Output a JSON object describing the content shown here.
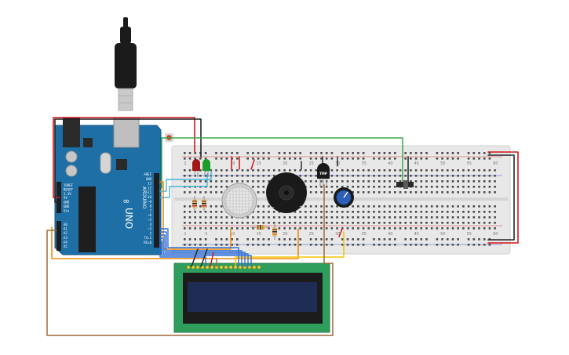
{
  "arduino": {
    "brand": "ARDUINO",
    "model": "UNO",
    "logo_symbol": "∞",
    "pin_labels_digital": [
      "AREF",
      "GND",
      "13",
      "12",
      "~11",
      "~10",
      "~9",
      "8",
      "7",
      "~6",
      "~5",
      "4",
      "~3",
      "2",
      "TX▸1",
      "RX◂0"
    ],
    "pin_labels_power": [
      "IOREF",
      "RESET",
      "3.3V",
      "5V",
      "GND",
      "GND",
      "Vin"
    ],
    "pin_labels_analog": [
      "A0",
      "A1",
      "A2",
      "A3",
      "A4",
      "A5"
    ]
  },
  "breadboard": {
    "column_numbers": [
      "1",
      "5",
      "10",
      "15",
      "20",
      "25",
      "30",
      "35",
      "40",
      "45",
      "50",
      "55",
      "60"
    ]
  },
  "components": {
    "temp_sensor_label": "TMP",
    "buzzer_plus": "+",
    "buzzer_minus": "−"
  },
  "colors": {
    "arduino_blue": "#1d6fa5",
    "breadboard": "#e8e8e8",
    "lcd_pcb": "#2f9e5c",
    "lcd_screen": "#1f2d55",
    "wire_red": "#d0141b",
    "wire_black": "#222222",
    "wire_green": "#3aa845",
    "wire_blue": "#2f6fd6",
    "wire_orange": "#f08a0c",
    "wire_brown": "#9a6a3a",
    "wire_yellow": "#f5c400"
  }
}
